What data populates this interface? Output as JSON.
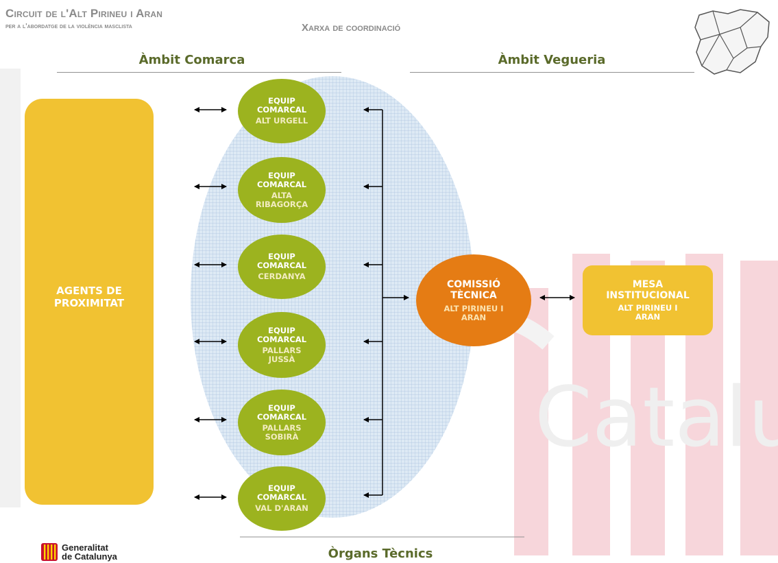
{
  "header": {
    "title": "Circuit de l'Alt Pirineu i Aran",
    "subtitle": "per a l'abordatge de la violència masclista",
    "center": "Xarxa de coordinació"
  },
  "sections": {
    "comarca": "Àmbit Comarca",
    "vegueria": "Àmbit Vegueria",
    "organs": "Òrgans Tècnics"
  },
  "agents": [
    "AGENTS DE",
    "PROXIMITAT"
  ],
  "equips": [
    {
      "title": [
        "EQUIP",
        "COMARCAL"
      ],
      "name": [
        "ALT URGELL"
      ]
    },
    {
      "title": [
        "EQUIP",
        "COMARCAL"
      ],
      "name": [
        "ALTA",
        "RIBAGORÇA"
      ]
    },
    {
      "title": [
        "EQUIP",
        "COMARCAL"
      ],
      "name": [
        "CERDANYA"
      ]
    },
    {
      "title": [
        "EQUIP",
        "COMARCAL"
      ],
      "name": [
        "PALLARS",
        "JUSSÀ"
      ]
    },
    {
      "title": [
        "EQUIP",
        "COMARCAL"
      ],
      "name": [
        "PALLARS",
        "SOBIRÀ"
      ]
    },
    {
      "title": [
        "EQUIP",
        "COMARCAL"
      ],
      "name": [
        "VAL D'ARAN"
      ]
    }
  ],
  "comissio": {
    "title": [
      "COMISSIÓ",
      "TÈCNICA"
    ],
    "name": [
      "ALT PIRINEU I",
      "ARAN"
    ]
  },
  "mesa": {
    "title": [
      "MESA",
      "INSTITUCIONAL"
    ],
    "name": [
      "ALT PIRINEU I",
      "ARAN"
    ]
  },
  "logo": {
    "line1": "Generalitat",
    "line2": "de Catalunya"
  },
  "watermark": "Catalu",
  "colors": {
    "yellow": "#f1c232",
    "green": "#9cb31f",
    "orange": "#e57c14",
    "grid_blue": "#c9dcef",
    "section_text": "#5a6a2a",
    "watermark_red": "#f4cdd3"
  }
}
